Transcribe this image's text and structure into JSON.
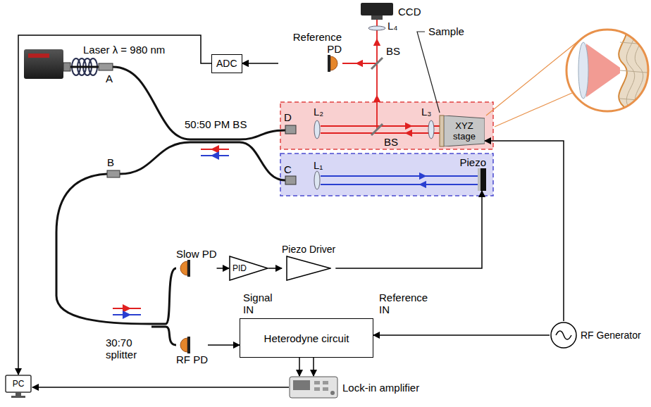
{
  "diagram": {
    "nodes": [
      {
        "text": [
          "ADC"
        ]
      },
      {
        "text": [
          "Reference PD"
        ]
      },
      {
        "text": [
          "CCD"
        ]
      },
      {
        "text": [
          "Laser λ = 980 nm"
        ]
      },
      {
        "text": [
          "XYZ stage"
        ]
      },
      {
        "text": [
          "Piezo"
        ]
      },
      {
        "text": [
          "Slow PD"
        ]
      },
      {
        "text": [
          "PID"
        ]
      },
      {
        "text": [
          "Piezo Driver"
        ]
      },
      {
        "text": [
          "RF PD"
        ]
      },
      {
        "text": [
          "Heterodyne circuit"
        ]
      },
      {
        "text": [
          "RF Generator"
        ]
      },
      {
        "text": [
          "Lock-in amplifier"
        ]
      },
      {
        "text": [
          "PC"
        ]
      }
    ],
    "edges": [
      {
        "from": 1,
        "to": 0,
        "arrow": "to"
      },
      {
        "from": 0,
        "to": 13,
        "arrow": "to"
      },
      {
        "from": 6,
        "to": 7,
        "arrow": "to"
      },
      {
        "from": 7,
        "to": 8,
        "arrow": "to"
      },
      {
        "from": 8,
        "to": 5,
        "arrow": "to"
      },
      {
        "from": 9,
        "to": 10,
        "arrow": "to"
      },
      {
        "from": 11,
        "to": 10,
        "arrow": "to"
      },
      {
        "from": 11,
        "to": 4,
        "arrow": "to"
      },
      {
        "from": 10,
        "to": 12,
        "arrow": "to"
      },
      {
        "from": 10,
        "to": 12,
        "arrow": "to"
      },
      {
        "from": 12,
        "to": 13,
        "arrow": "to"
      }
    ],
    "labels": [
      "A",
      "B",
      "C",
      "D",
      "50:50 PM BS",
      "30:70 splitter",
      "L₁",
      "L₂",
      "L₃",
      "L₄",
      "BS",
      "BS",
      "Sample",
      "Signal IN",
      "Reference IN"
    ]
  }
}
